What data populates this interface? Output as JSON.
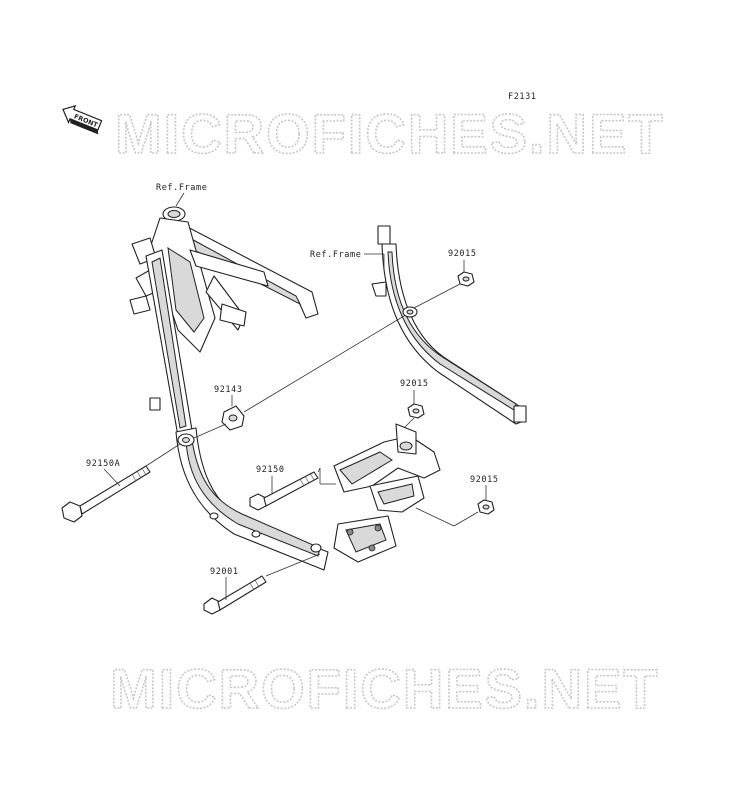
{
  "diagram_code": "F2131",
  "front_badge": "FRONT",
  "watermarks": [
    "MICROFICHES.NET",
    "MICROFICHES.NET"
  ],
  "labels": {
    "ref_frame_left": "Ref.Frame",
    "ref_frame_right": "Ref.Frame",
    "p92015_top": "92015",
    "p92143": "92143",
    "p92015_mid": "92015",
    "p92150A": "92150A",
    "p92150": "92150",
    "p92015_right": "92015",
    "p92001": "92001"
  }
}
